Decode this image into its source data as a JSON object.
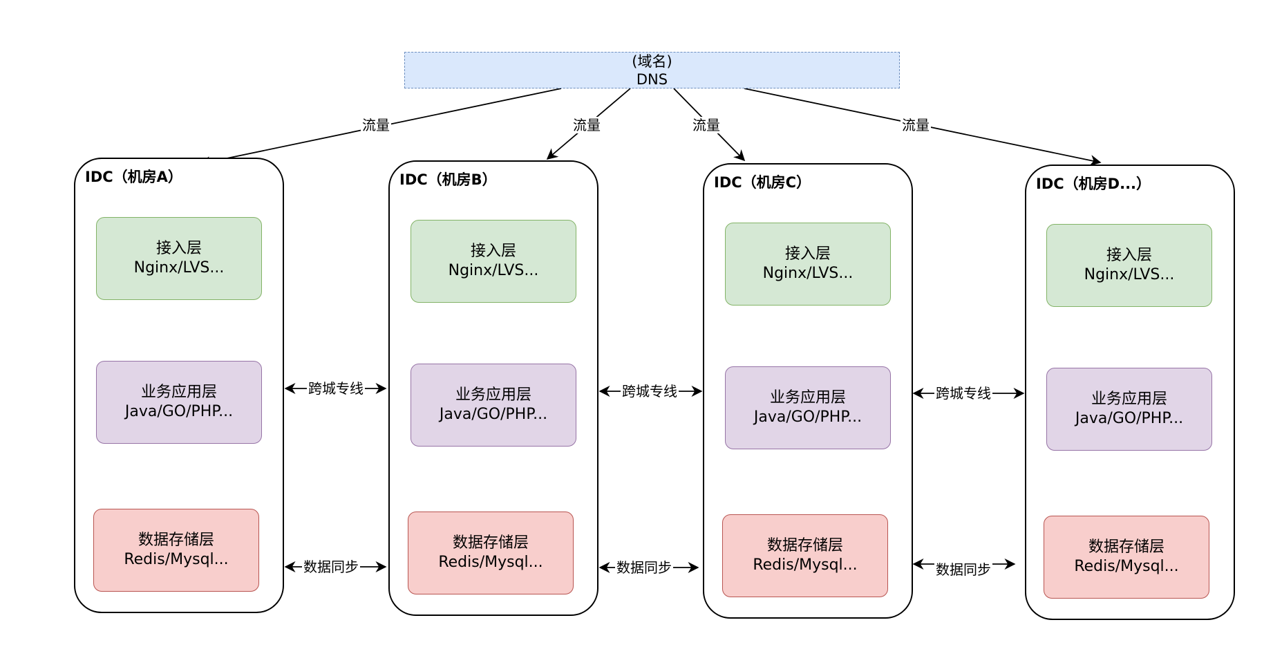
{
  "dns": {
    "line1": "(域名)",
    "line2": "DNS"
  },
  "traffic_label": "流量",
  "idcs": [
    {
      "title": "IDC（机房A）"
    },
    {
      "title": "IDC（机房B）"
    },
    {
      "title": "IDC（机房C）"
    },
    {
      "title": "IDC（机房D...）"
    }
  ],
  "layers": {
    "access": {
      "name": "接入层",
      "tech": "Nginx/LVS..."
    },
    "service": {
      "name": "业务应用层",
      "tech": "Java/GO/PHP..."
    },
    "storage": {
      "name": "数据存储层",
      "tech": "Redis/Mysql..."
    }
  },
  "links": {
    "dedicated_line": "跨城专线",
    "data_sync": "数据同步"
  },
  "colors": {
    "dns_fill": "#dae8fc",
    "dns_stroke": "#6c8ebf",
    "access_fill": "#d5e8d4",
    "access_stroke": "#82b366",
    "service_fill": "#e1d5e7",
    "service_stroke": "#9673a6",
    "storage_fill": "#f8cecc",
    "storage_stroke": "#b85450"
  }
}
